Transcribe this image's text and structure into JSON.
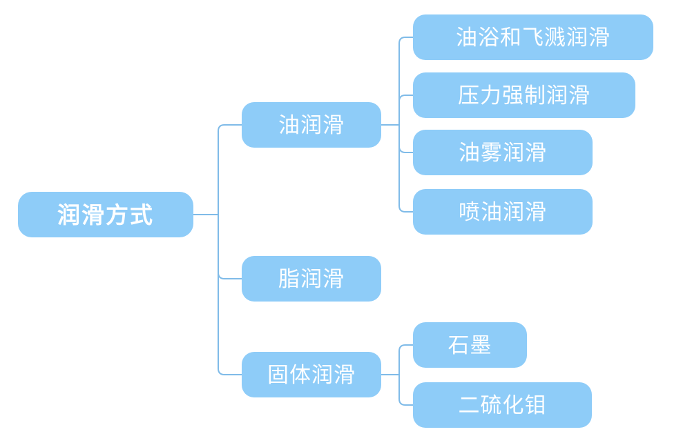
{
  "diagram": {
    "type": "mind-map",
    "background_color": "#FFFFFF",
    "node_fill_color": "#8ECCF8",
    "node_text_color": "#FFFFFF",
    "connector_color": "#7FBBE8",
    "root": {
      "id": "root",
      "label": "润滑方式"
    },
    "level2": [
      {
        "id": "oil",
        "label": "油润滑"
      },
      {
        "id": "grease",
        "label": "脂润滑"
      },
      {
        "id": "solid",
        "label": "固体润滑"
      }
    ],
    "level3": {
      "oil": [
        {
          "id": "oil-bath-splash",
          "label": "油浴和飞溅润滑"
        },
        {
          "id": "pressure-forced",
          "label": "压力强制润滑"
        },
        {
          "id": "oil-mist",
          "label": "油雾润滑"
        },
        {
          "id": "oil-jet",
          "label": "喷油润滑"
        }
      ],
      "grease": [],
      "solid": [
        {
          "id": "graphite",
          "label": "石墨"
        },
        {
          "id": "molybdenum-disulfide",
          "label": "二硫化钼"
        }
      ]
    }
  }
}
